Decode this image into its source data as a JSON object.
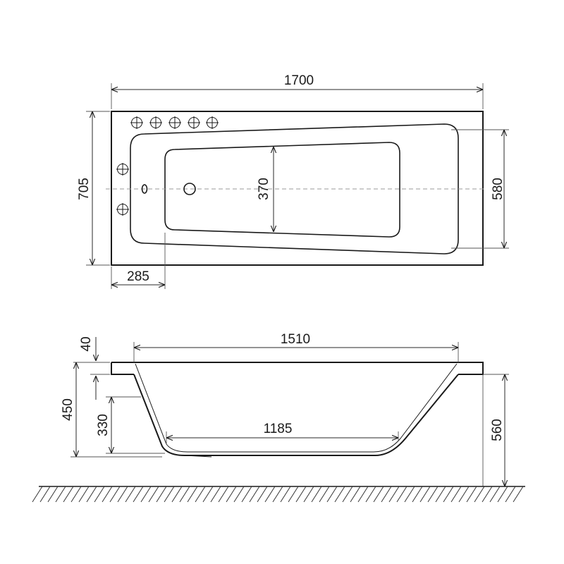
{
  "top_view": {
    "length": "1700",
    "width": "705",
    "inner_width": "580",
    "bottom_width": "370",
    "drain_offset": "285"
  },
  "side_view": {
    "rim_thickness": "40",
    "inner_length": "1510",
    "body_height": "450",
    "depth": "330",
    "bottom_length": "1185",
    "total_height": "560"
  }
}
